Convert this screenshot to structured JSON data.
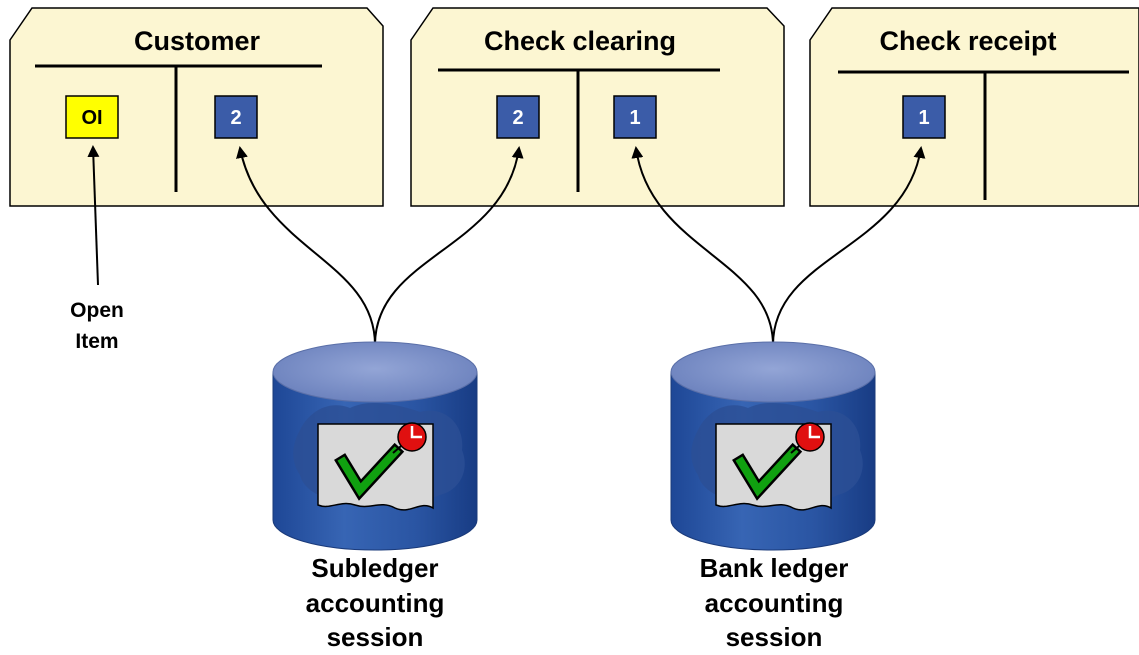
{
  "accounts": [
    {
      "title": "Customer",
      "debit": [
        {
          "label": "OI",
          "kind": "open-item",
          "color": "#ffff00",
          "text_color": "#000000"
        }
      ],
      "credit": [
        {
          "label": "2",
          "kind": "posting",
          "color": "#3b5ca8",
          "text_color": "#ffffff"
        }
      ]
    },
    {
      "title": "Check clearing",
      "debit": [
        {
          "label": "2",
          "kind": "posting",
          "color": "#3b5ca8",
          "text_color": "#ffffff"
        }
      ],
      "credit": [
        {
          "label": "1",
          "kind": "posting",
          "color": "#3b5ca8",
          "text_color": "#ffffff"
        }
      ]
    },
    {
      "title": "Check receipt",
      "debit": [
        {
          "label": "1",
          "kind": "posting",
          "color": "#3b5ca8",
          "text_color": "#ffffff"
        }
      ],
      "credit": []
    }
  ],
  "open_item_note": {
    "line1": "Open",
    "line2": "Item"
  },
  "sessions": [
    {
      "line1": "Subledger",
      "line2": "accounting",
      "line3": "session",
      "icon": "checkmark-clock-icon"
    },
    {
      "line1": "Bank ledger",
      "line2": "accounting",
      "line3": "session",
      "icon": "checkmark-clock-icon"
    }
  ],
  "colors": {
    "folder_fill": "#fcf6d2",
    "posting_box": "#3b5ca8",
    "open_item_box": "#ffff00",
    "database_body": "#2a55a0",
    "database_top": "#7d92c8",
    "check_green": "#10a010",
    "clock_red": "#e01010"
  }
}
